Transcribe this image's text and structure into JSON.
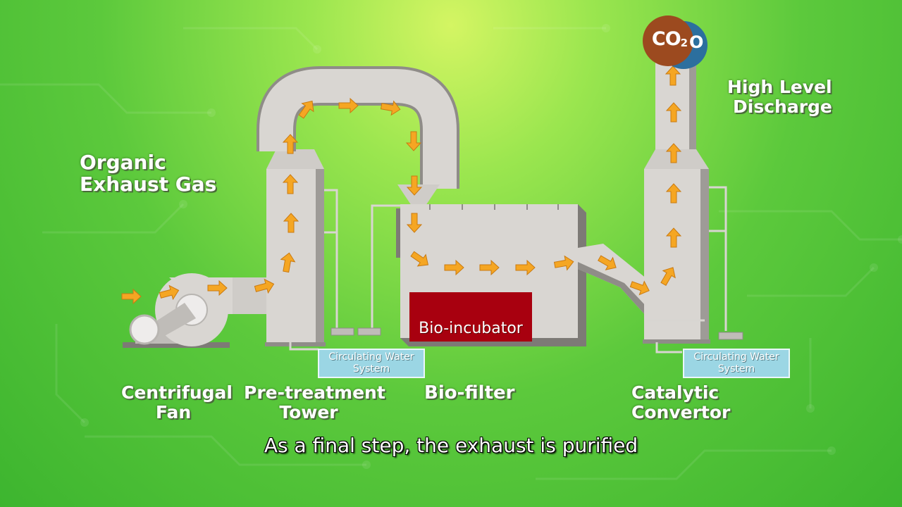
{
  "labels": {
    "organic_exhaust_gas": [
      "Organic",
      "Exhaust Gas"
    ],
    "high_level_discharge": [
      "High Level",
      "Discharge"
    ],
    "centrifugal_fan": [
      "Centrifugal",
      "Fan"
    ],
    "pretreatment_tower": [
      "Pre-treatment",
      "Tower"
    ],
    "bio_filter": "Bio-filter",
    "catalytic_convertor": [
      "Catalytic",
      "Convertor"
    ],
    "bio_incubator": "Bio-incubator"
  },
  "circulating_water": {
    "left": [
      "Circulating Water",
      "System"
    ],
    "right": [
      "Circulating Water",
      "System"
    ]
  },
  "molecule": {
    "formula": "CO",
    "subscript": "2",
    "back_letter": "O"
  },
  "subtitle": "As a final step, the exhaust is purified",
  "colors": {
    "background": "#5cc93c",
    "equipment": "#d9d6d2",
    "equipment_shadow": "#8f8c88",
    "arrow": "#f5a623",
    "incubator": "#a8000f",
    "water_box": "#9bd6e4",
    "co2_front": "#9c4a1f",
    "co2_back": "#2c6f9e"
  }
}
